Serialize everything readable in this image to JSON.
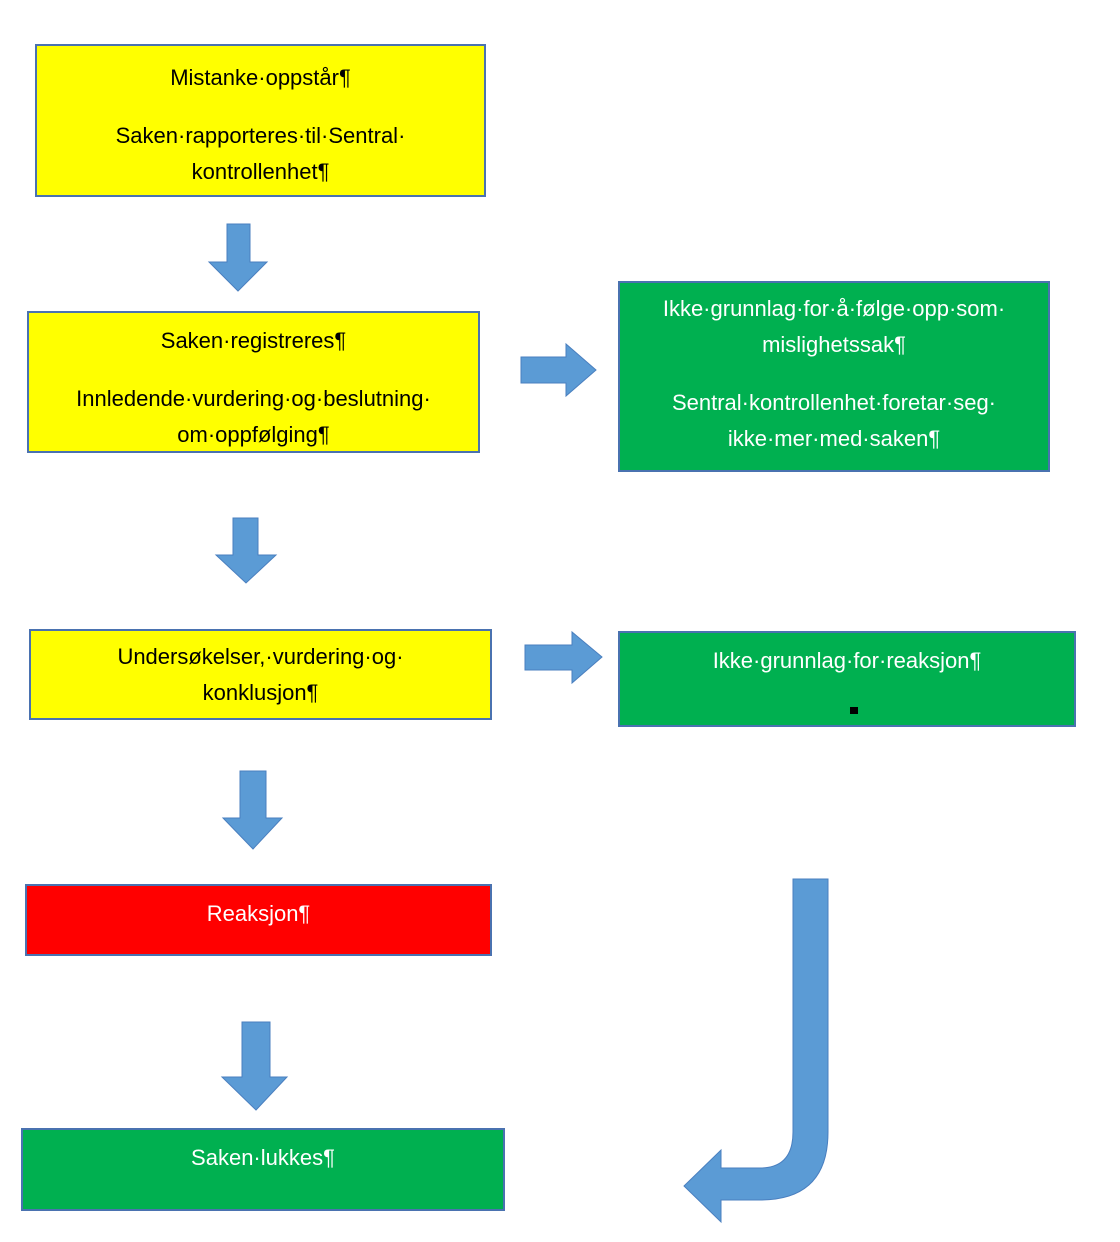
{
  "colors": {
    "yellow": "#ffff00",
    "green": "#00b050",
    "red": "#ff0000",
    "arrow": "#5b9bd5",
    "border": "#4a72b0"
  },
  "flow": {
    "step1": {
      "line1": "Mistanke·oppstår¶",
      "line2": "Saken·rapporteres·til·Sentral· kontrollenhet¶"
    },
    "step2": {
      "line1": "Saken·registreres¶",
      "line2": "Innledende·vurdering·og·beslutning· om·oppfølging¶"
    },
    "step2_side": {
      "line1": "Ikke·grunnlag·for·å·følge·opp·som· mislighetssak¶",
      "line2": "Sentral·kontrollenhet·foretar·seg· ikke·mer·med·saken¶"
    },
    "step3": {
      "line1": "Undersøkelser,·vurdering·og· konklusjon¶"
    },
    "step3_side": {
      "line1": "Ikke·grunnlag·for·reaksjon¶"
    },
    "step4": {
      "line1": "Reaksjon¶"
    },
    "step5": {
      "line1": "Saken·lukkes¶"
    }
  }
}
